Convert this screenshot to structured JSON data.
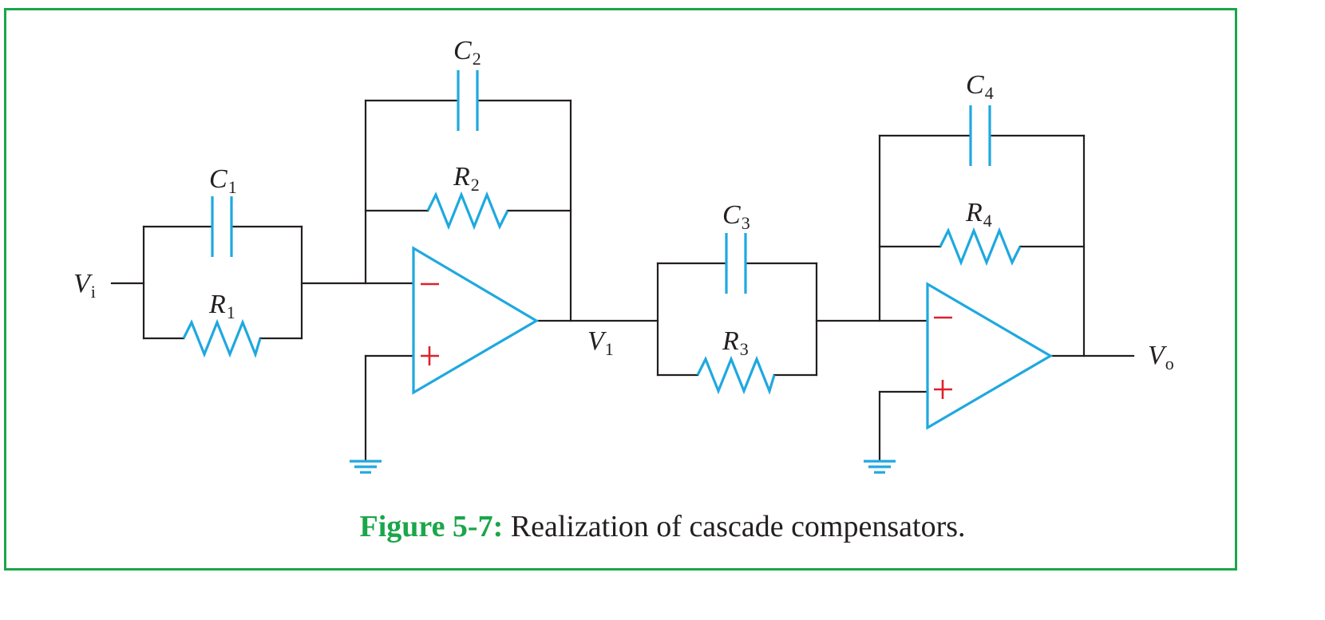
{
  "caption": {
    "figure_label": "Figure 5-7:",
    "text": "Realization of cascade compensators."
  },
  "labels": {
    "vi": {
      "main": "V",
      "sub": "i"
    },
    "v1": {
      "main": "V",
      "sub": "1"
    },
    "vo": {
      "main": "V",
      "sub": "o"
    },
    "c1": {
      "main": "C",
      "sub": "1"
    },
    "r1": {
      "main": "R",
      "sub": "1"
    },
    "c2": {
      "main": "C",
      "sub": "2"
    },
    "r2": {
      "main": "R",
      "sub": "2"
    },
    "c3": {
      "main": "C",
      "sub": "3"
    },
    "r3": {
      "main": "R",
      "sub": "3"
    },
    "c4": {
      "main": "C",
      "sub": "4"
    },
    "r4": {
      "main": "R",
      "sub": "4"
    }
  },
  "colors": {
    "frame": "#1aa64a",
    "figure_label": "#1aa64a",
    "components": "#1fa8e0",
    "wires": "#231f20",
    "op_amp_signs": "#e0202c"
  }
}
